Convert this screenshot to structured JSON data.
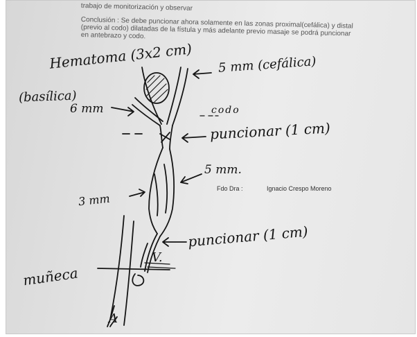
{
  "printed_text": {
    "top_cut_line": "trabajo de monitorización y observar",
    "conclusion_lines": [
      "Conclusión : Se debe puncionar ahora solamente en las zonas proximal(cefálica) y distal",
      "(previo al codo) dilatadas de la fístula y más adelante previo masaje se podrá puncionar",
      "en antebrazo y codo."
    ],
    "signature_label": "Fdo Dra :",
    "signature_name": "Ignacio Crespo Moreno"
  },
  "handwritten": {
    "hematoma": "Hematoma (3x2 cm)",
    "cefalica": "5 mm (cefálica)",
    "basilica": "(basílica)",
    "six_mm": "6 mm",
    "codo": "codo",
    "puncionar_top": "puncionar (1 cm)",
    "five_mm": "5 mm.",
    "three_mm": "3 mm",
    "puncionar_bottom": "puncionar (1 cm)",
    "v_label": "V.",
    "muneca": "muñeca",
    "a_label": "A"
  }
}
